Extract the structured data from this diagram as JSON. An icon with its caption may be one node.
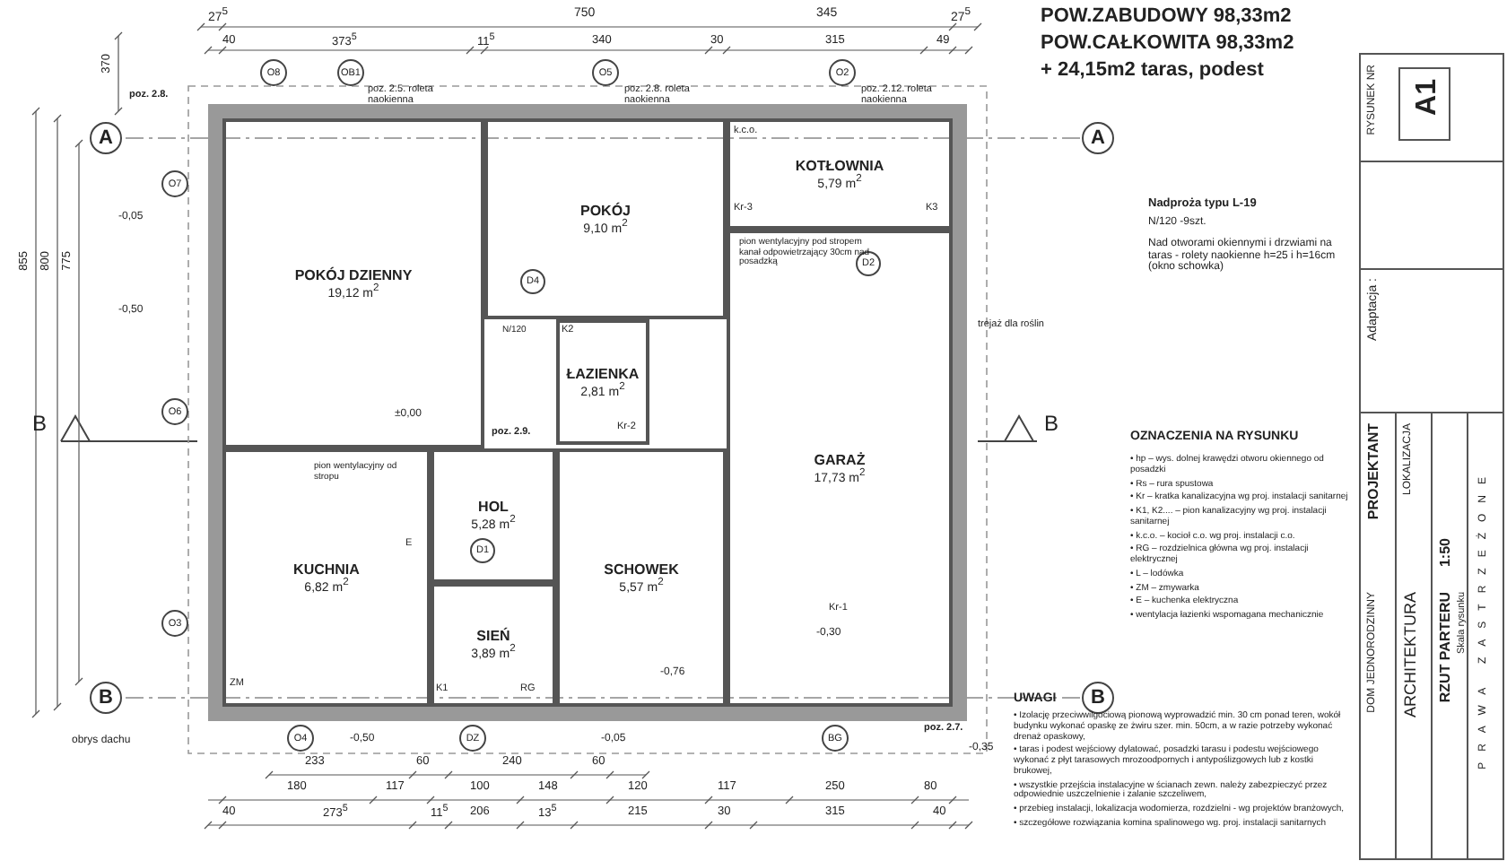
{
  "diagram": {
    "nodes": [
      {
        "text": [
          "POKÓJ DZIENNY",
          "19,12 m$^{2}$"
        ]
      },
      {
        "text": [
          "POKÓJ",
          "9,10 m$^{2}$"
        ]
      },
      {
        "text": [
          "KOTŁOWNIA",
          "5,79 m$^{2}$"
        ]
      },
      {
        "text": [
          "ŁAZIENKA",
          "2,81 m$^{2}$"
        ]
      },
      {
        "text": [
          "HOL",
          "5,28 m$^{2}$"
        ]
      },
      {
        "text": [
          "GARAŻ",
          "17,73 m$^{2}$"
        ]
      },
      {
        "text": [
          "KUCHNIA",
          "6,82 m$^{2}$"
        ]
      },
      {
        "text": [
          "SIEŃ",
          "3,89 m$^{2}$"
        ]
      },
      {
        "text": [
          "SCHOWEK",
          "5,57 m$^{2}$"
        ]
      },
      {
        "text": [
          "A"
        ]
      },
      {
        "text": [
          "A"
        ]
      },
      {
        "text": [
          "B"
        ]
      },
      {
        "text": [
          "B"
        ]
      },
      {
        "text": [
          "O8"
        ]
      },
      {
        "text": [
          "OB1"
        ]
      },
      {
        "text": [
          "O5"
        ]
      },
      {
        "text": [
          "O2"
        ]
      },
      {
        "text": [
          "O7"
        ]
      },
      {
        "text": [
          "O6"
        ]
      },
      {
        "text": [
          "O3"
        ]
      },
      {
        "text": [
          "O4"
        ]
      },
      {
        "text": [
          "DZ"
        ]
      },
      {
        "text": [
          "BG"
        ]
      },
      {
        "text": [
          "D4"
        ],
        "in": 1
      },
      {
        "text": [
          "D1"
        ],
        "in": 4
      },
      {
        "text": [
          "D2"
        ],
        "in": 5
      }
    ],
    "labels": [
      "POW.ZABUDOWY 98,33m2",
      "POW.CAŁKOWITA 98,33m2",
      "+ 24,15m2 taras, podest",
      "27$^{5}$",
      "750",
      "345",
      "27$^{5}$",
      "40",
      "373$^{5}$",
      "11$^{5}$",
      "340",
      "30",
      "315",
      "49",
      "B",
      "B",
      "poz. 2.8.",
      "poz. 2.5. roleta naokienna",
      "poz. 2.8. roleta naokienna",
      "poz. 2.12. roleta naokienna",
      "poz. 2.9.",
      "poz. 2.7.",
      "±0,00",
      "-0,05",
      "-0,50",
      "-0,30",
      "-0,35",
      "-0,76",
      "-0,50",
      "-0,05",
      "pion wentylacyjny pod stropem kanał odpowietrzający 30cm nad posadzką",
      "pion wentylacyjny od stropu",
      "obrys dachu",
      "trejaż dla roślin",
      "Kr-1",
      "k.c.o.",
      "Kr-3",
      "K3",
      "K2",
      "Kr-2",
      "K1",
      "RG",
      "ZM",
      "E",
      "N/120",
      "233",
      "60",
      "240",
      "60",
      "180",
      "117",
      "100",
      "148",
      "120",
      "117",
      "250",
      "80",
      "40",
      "273$^{5}$",
      "11$^{5}$",
      "206",
      "13$^{5}$",
      "215",
      "30",
      "315",
      "40",
      "855",
      "800",
      "775",
      "370",
      "Nadproża typu L-19",
      "N/120 -9szt.",
      "Nad otworami okiennymi i drzwiami na taras - rolety naokienne h=25 i h=16cm (okno schowka)",
      "OZNACZENIA NA RYSUNKU",
      "• hp – wys. dolnej krawędzi otworu okiennego od posadzki",
      "• Rs – rura spustowa",
      "• Kr – kratka kanalizacyjna wg proj. instalacji sanitarnej",
      "• K1, K2.... – pion kanalizacyjny wg proj. instalacji sanitarnej",
      "• k.c.o. – kocioł c.o. wg proj. instalacji c.o.",
      "• RG – rozdzielnica główna wg proj. instalacji elektrycznej",
      "• L – lodówka",
      "• ZM – zmywarka",
      "• E – kuchenka elektryczna",
      "• wentylacja łazienki wspomagana mechanicznie",
      "UWAGI",
      "• Izolację przeciwwilgociową pionową wyprowadzić min. 30 cm ponad teren, wokół budynku wykonać opaskę ze żwiru szer. min. 50cm, a w razie potrzeby wykonać drenaż opaskowy,",
      "• taras i podest wejściowy dylatować, posadzki tarasu i podestu wejściowego wykonać z płyt tarasowych mrozoodpornych i antypoślizgowych lub z kostki brukowej,",
      "• wszystkie przejścia instalacyjne w ścianach zewn. należy zabezpieczyć przez odpowiednie uszczelnienie i zalanie szczeliwem,",
      "• przebieg instalacji, lokalizacja wodomierza, rozdzielni - wg projektów branżowych,",
      "• szczegółowe rozwiązania komina spalinowego wg. proj. instalacji sanitarnych",
      "RYSUNEK NR",
      "A1",
      "Adaptacja :",
      "PROJEKTANT",
      "DOM JEDNORODZINNY",
      "LOKALIZACJA",
      "ARCHITEKTURA",
      "RZUT PARTERU",
      "Skala rysunku",
      "1:50",
      "PRAWA ZASTRZEŻONE"
    ]
  }
}
